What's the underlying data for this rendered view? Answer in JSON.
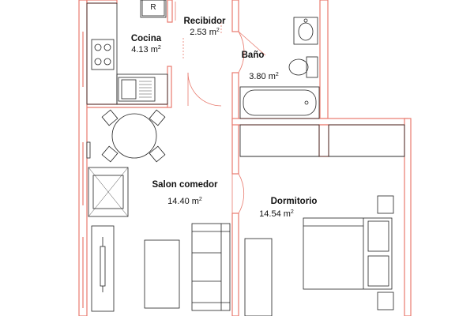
{
  "rooms": {
    "cocina": {
      "name": "Cocina",
      "area": "4.13",
      "unit": "m",
      "exp": "2"
    },
    "recibidor": {
      "name": "Recibidor",
      "area": "2.53",
      "unit": "m",
      "exp": "2"
    },
    "bano": {
      "name": "Baño",
      "area": "3.80",
      "unit": "m",
      "exp": "2"
    },
    "salon": {
      "name": "Salon comedor",
      "area": "14.40",
      "unit": "m",
      "exp": "2"
    },
    "dormitorio": {
      "name": "Dormitorio",
      "area": "14.54",
      "unit": "m",
      "exp": "2"
    }
  },
  "fixtures": {
    "fridge_label": "R"
  },
  "colors": {
    "wall": "#e87a6e",
    "furniture": "#222222",
    "text": "#111111"
  }
}
